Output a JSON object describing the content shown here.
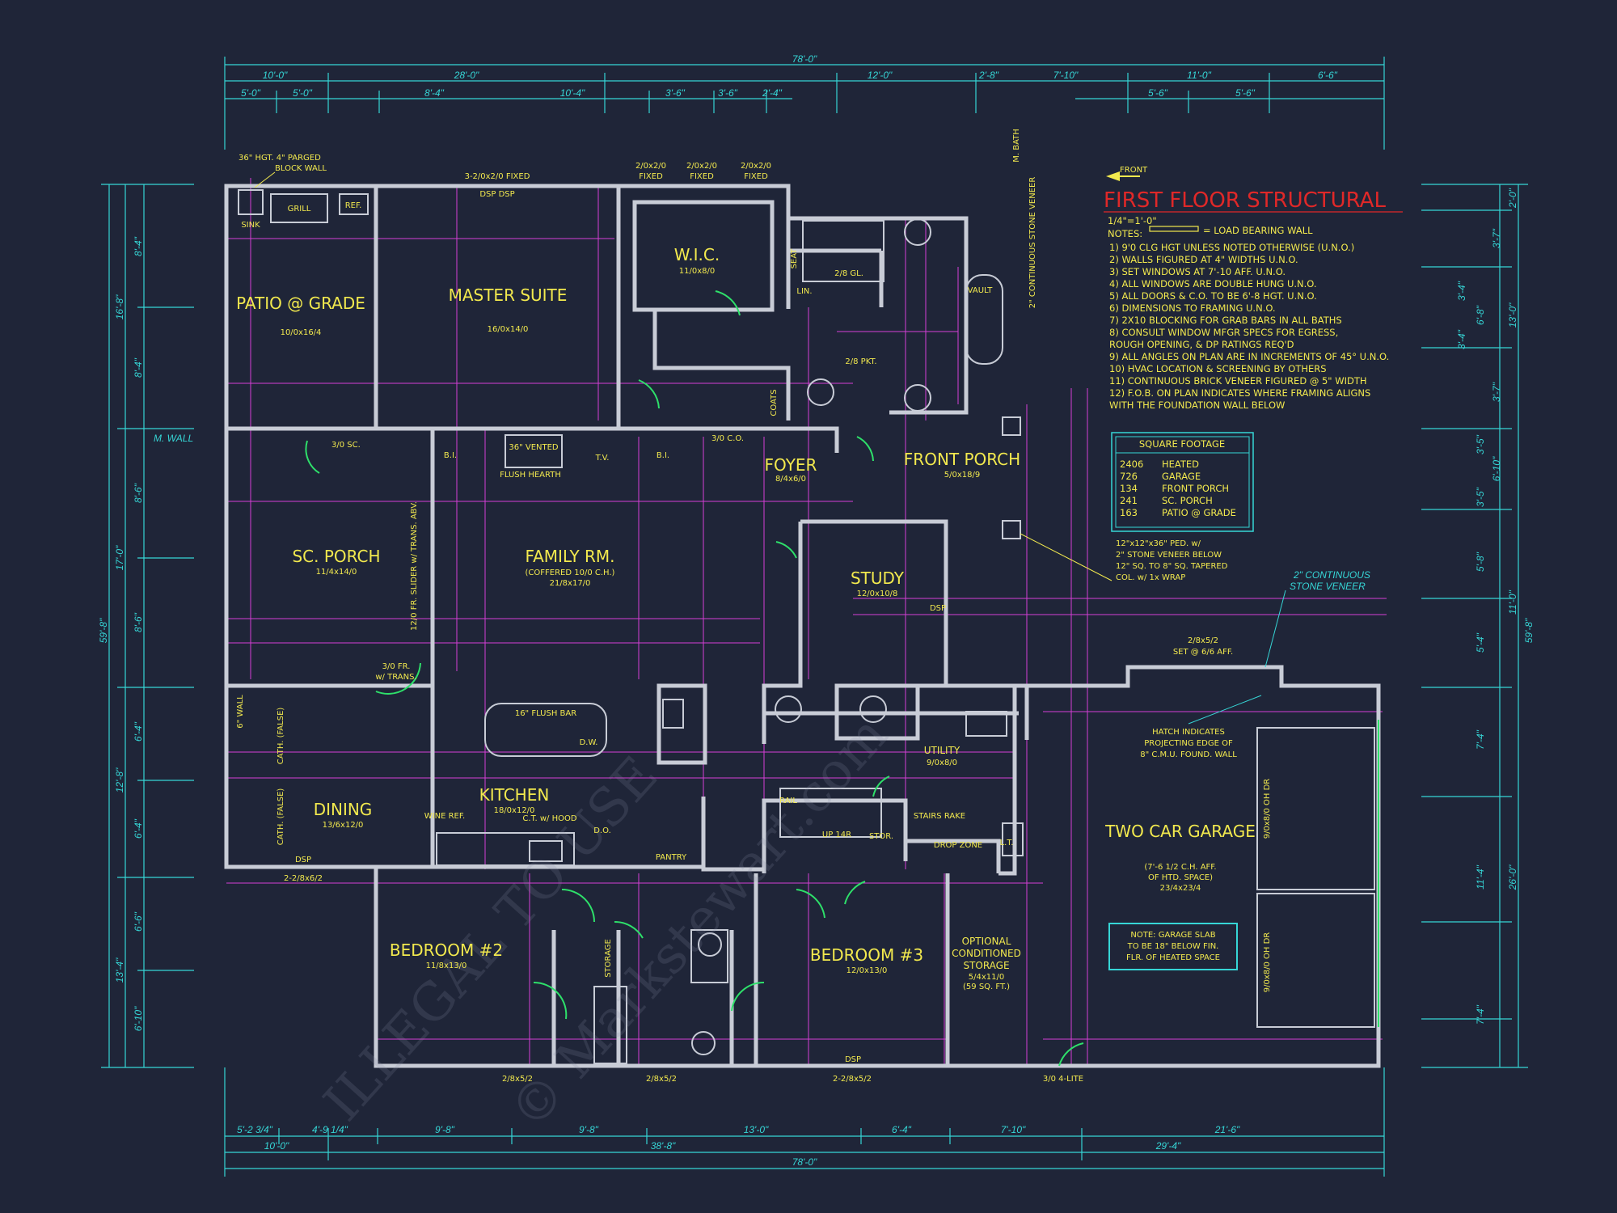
{
  "title": "FIRST FLOOR STRUCTURAL",
  "scale": "1/4\"=1'-0\"",
  "front_label": "FRONT",
  "legend_text": "= LOAD BEARING WALL",
  "notes_heading": "NOTES:",
  "notes": [
    "1) 9'0 CLG HGT UNLESS NOTED OTHERWISE (U.N.O.)",
    "2) WALLS FIGURED AT 4\" WIDTHS U.N.O.",
    "3) SET WINDOWS AT 7'-10 AFF. U.N.O.",
    "4) ALL WINDOWS ARE DOUBLE HUNG U.N.O.",
    "5) ALL DOORS & C.O. TO BE 6'-8 HGT. U.N.O.",
    "6) DIMENSIONS TO FRAMING U.N.O.",
    "7) 2X10 BLOCKING FOR GRAB BARS IN ALL BATHS",
    "8) CONSULT WINDOW MFGR SPECS FOR EGRESS,",
    "   ROUGH OPENING, & DP RATINGS REQ'D",
    "9) ALL ANGLES ON PLAN ARE IN INCREMENTS OF 45° U.N.O.",
    "10) HVAC LOCATION & SCREENING BY OTHERS",
    "11) CONTINUOUS BRICK VENEER FIGURED @ 5\" WIDTH",
    "12) F.O.B. ON PLAN INDICATES WHERE FRAMING ALIGNS",
    "   WITH THE FOUNDATION WALL BELOW"
  ],
  "square_footage": {
    "heading": "SQUARE FOOTAGE",
    "rows": [
      {
        "value": "2406",
        "label": "HEATED"
      },
      {
        "value": "726",
        "label": "GARAGE"
      },
      {
        "value": "134",
        "label": "FRONT PORCH"
      },
      {
        "value": "241",
        "label": "SC. PORCH"
      },
      {
        "value": "163",
        "label": "PATIO @ GRADE"
      }
    ]
  },
  "rooms": {
    "patio": {
      "name": "PATIO @ GRADE",
      "size": "10/0x16/4"
    },
    "master": {
      "name": "MASTER SUITE",
      "size": "16/0x14/0"
    },
    "wic": {
      "name": "W.I.C.",
      "size": "11/0x8/0"
    },
    "sc_porch": {
      "name": "SC. PORCH",
      "size": "11/4x14/0"
    },
    "family": {
      "name": "FAMILY RM.",
      "size": "(COFFERED 10/0 C.H.)",
      "size2": "21/8x17/0"
    },
    "foyer": {
      "name": "FOYER",
      "size": "8/4x6/0"
    },
    "front_porch": {
      "name": "FRONT PORCH",
      "size": "5/0x18/9"
    },
    "study": {
      "name": "STUDY",
      "size": "12/0x10/8"
    },
    "dining": {
      "name": "DINING",
      "size": "13/6x12/0"
    },
    "kitchen": {
      "name": "KITCHEN",
      "size": "18/0x12/0"
    },
    "utility": {
      "name": "UTILITY",
      "size": "9/0x8/0"
    },
    "garage": {
      "name": "TWO CAR GARAGE",
      "size": "(7'-6 1/2 C.H. AFF.",
      "size2": "OF HTD. SPACE)",
      "size3": "23/4x23/4"
    },
    "bed2": {
      "name": "BEDROOM #2",
      "size": "11/8x13/0"
    },
    "bed3": {
      "name": "BEDROOM #3",
      "size": "12/0x13/0"
    },
    "storage": {
      "name": "OPTIONAL CONDITIONED STORAGE",
      "l1": "OPTIONAL",
      "l2": "CONDITIONED",
      "l3": "STORAGE",
      "size": "5/4x11/0",
      "sqft": "(59 SQ. FT.)"
    }
  },
  "callouts": {
    "block_wall_1": "36\" HGT. 4\" PARGED",
    "block_wall_2": "BLOCK WALL",
    "grill": "GRILL",
    "sink": "SINK",
    "ref": "REF.",
    "fixed_top": "3-2/0x2/0 FIXED",
    "dsp_top": "DSP  DSP",
    "fixed_1": "2/0x2/0",
    "fixed_2": "2/0x2/0",
    "fixed_3": "2/0x2/0",
    "fixed_word": "FIXED",
    "m_bath": "M. BATH",
    "cont_stone": "2\" CONTINUOUS STONE VENEER",
    "cont_stone_2": "2\" CONTINUOUS",
    "cont_stone_3": "STONE VENEER",
    "vault": "VAULT",
    "flush_hearth": "FLUSH HEARTH",
    "vented": "36\" VENTED",
    "tv": "T.V.",
    "bi": "B.I.",
    "co_310": "3/0 C.O.",
    "m_wall": "M. WALL",
    "sc_310": "3/0 SC.",
    "slider": "12/0 FR. SLIDER w/ TRANS. ABV.",
    "fr_310": "3/0 FR.",
    "trans": "w/ TRANS.",
    "ped_1": "12\"x12\"x36\" PED. w/",
    "ped_2": "2\" STONE VENEER BELOW",
    "ped_3": "12\" SQ. TO 8\" SQ. TAPERED",
    "ped_4": "COL. w/ 1x WRAP",
    "set_616": "SET @ 6/6 AFF.",
    "win_285": "2/8x5/2",
    "hatch_1": "HATCH INDICATES",
    "hatch_2": "PROJECTING EDGE OF",
    "hatch_3": "8\" C.M.U. FOUND. WALL",
    "flush_bar": "16\" FLUSH BAR",
    "dw": "D.W.",
    "wine_ref": "WINE REF.",
    "ct_hood": "C.T. w/ HOOD",
    "do": "D.O.",
    "pantry": "PANTRY",
    "rail": "RAIL",
    "stairs_rake": "STAIRS RAKE",
    "drop_zone": "DROP ZONE",
    "stor": "STOR.",
    "up": "UP 14R",
    "lt": "L.T.",
    "dsp": "DSP",
    "garage_dr": "9/0x8/0 OH DR",
    "garage_note_1": "NOTE: GARAGE SLAB",
    "garage_note_2": "TO BE 18\" BELOW FIN.",
    "garage_note_3": "FLR. OF HEATED SPACE",
    "door_4lite": "3/0 4-LITE",
    "win_2285": "2-2/8x5/2",
    "win_single": "2/8x5/2",
    "dining_win": "2-2/8x6/2",
    "cath": "CATH. (FALSE)",
    "wall_6": "6\" WALL",
    "lin": "LIN.",
    "seat": "SEAT",
    "gl": "2/8 GL.",
    "pkt": "2/8 PKT.",
    "coats": "COATS",
    "storage_small": "STORAGE"
  },
  "dims_top_row1": [
    "10'-0\"",
    "28'-0\"",
    "12'-0\"",
    "2'-8\"",
    "7'-10\"",
    "11'-0\"",
    "6'-6\""
  ],
  "dims_top_row2": [
    "5'-0\"",
    "5'-0\"",
    "8'-4\"",
    "10'-4\"",
    "3'-6\"",
    "3'-6\"",
    "2'-4\"",
    "5'-6\"",
    "5'-6\""
  ],
  "dims_overall": "78'-0\"",
  "dims_bottom_row1": [
    "5'-2 3/4\"",
    "4'-9 1/4\"",
    "9'-8\"",
    "9'-8\"",
    "13'-0\"",
    "6'-4\"",
    "7'-10\"",
    "21'-6\""
  ],
  "dims_bottom_row2": [
    "10'-0\"",
    "38'-8\"",
    "29'-4\""
  ],
  "dims_left": [
    "8'-4\"",
    "16'-8\"",
    "8'-4\"",
    "8'-6\"",
    "17'-0\"",
    "8'-6\"",
    "6'-4\"",
    "12'-8\"",
    "6'-4\"",
    "6'-6\"",
    "13'-4\"",
    "6'-10\"",
    "59'-8\""
  ],
  "dims_right": [
    "2'-0\"",
    "3'-7\"",
    "3'-4\"",
    "6'-8\"",
    "3'-4\"",
    "13'-0\"",
    "3'-7\"",
    "3'-5\"",
    "6'-10\"",
    "3'-5\"",
    "5'-8\"",
    "11'-0\"",
    "5'-4\"",
    "7'-4\"",
    "11'-4\"",
    "26'-0\"",
    "7'-4\"",
    "59'-8\""
  ],
  "watermark_1": "ILLEGAL TO USE",
  "watermark_2": "© Markstewart.com",
  "colors": {
    "background": "#1f2538",
    "walls": "#c8ccd6",
    "dimensions": "#36d6d6",
    "grid": "#d63fd6",
    "labels": "#f2e94e",
    "doors": "#2ee06a",
    "title": "#e02828"
  }
}
